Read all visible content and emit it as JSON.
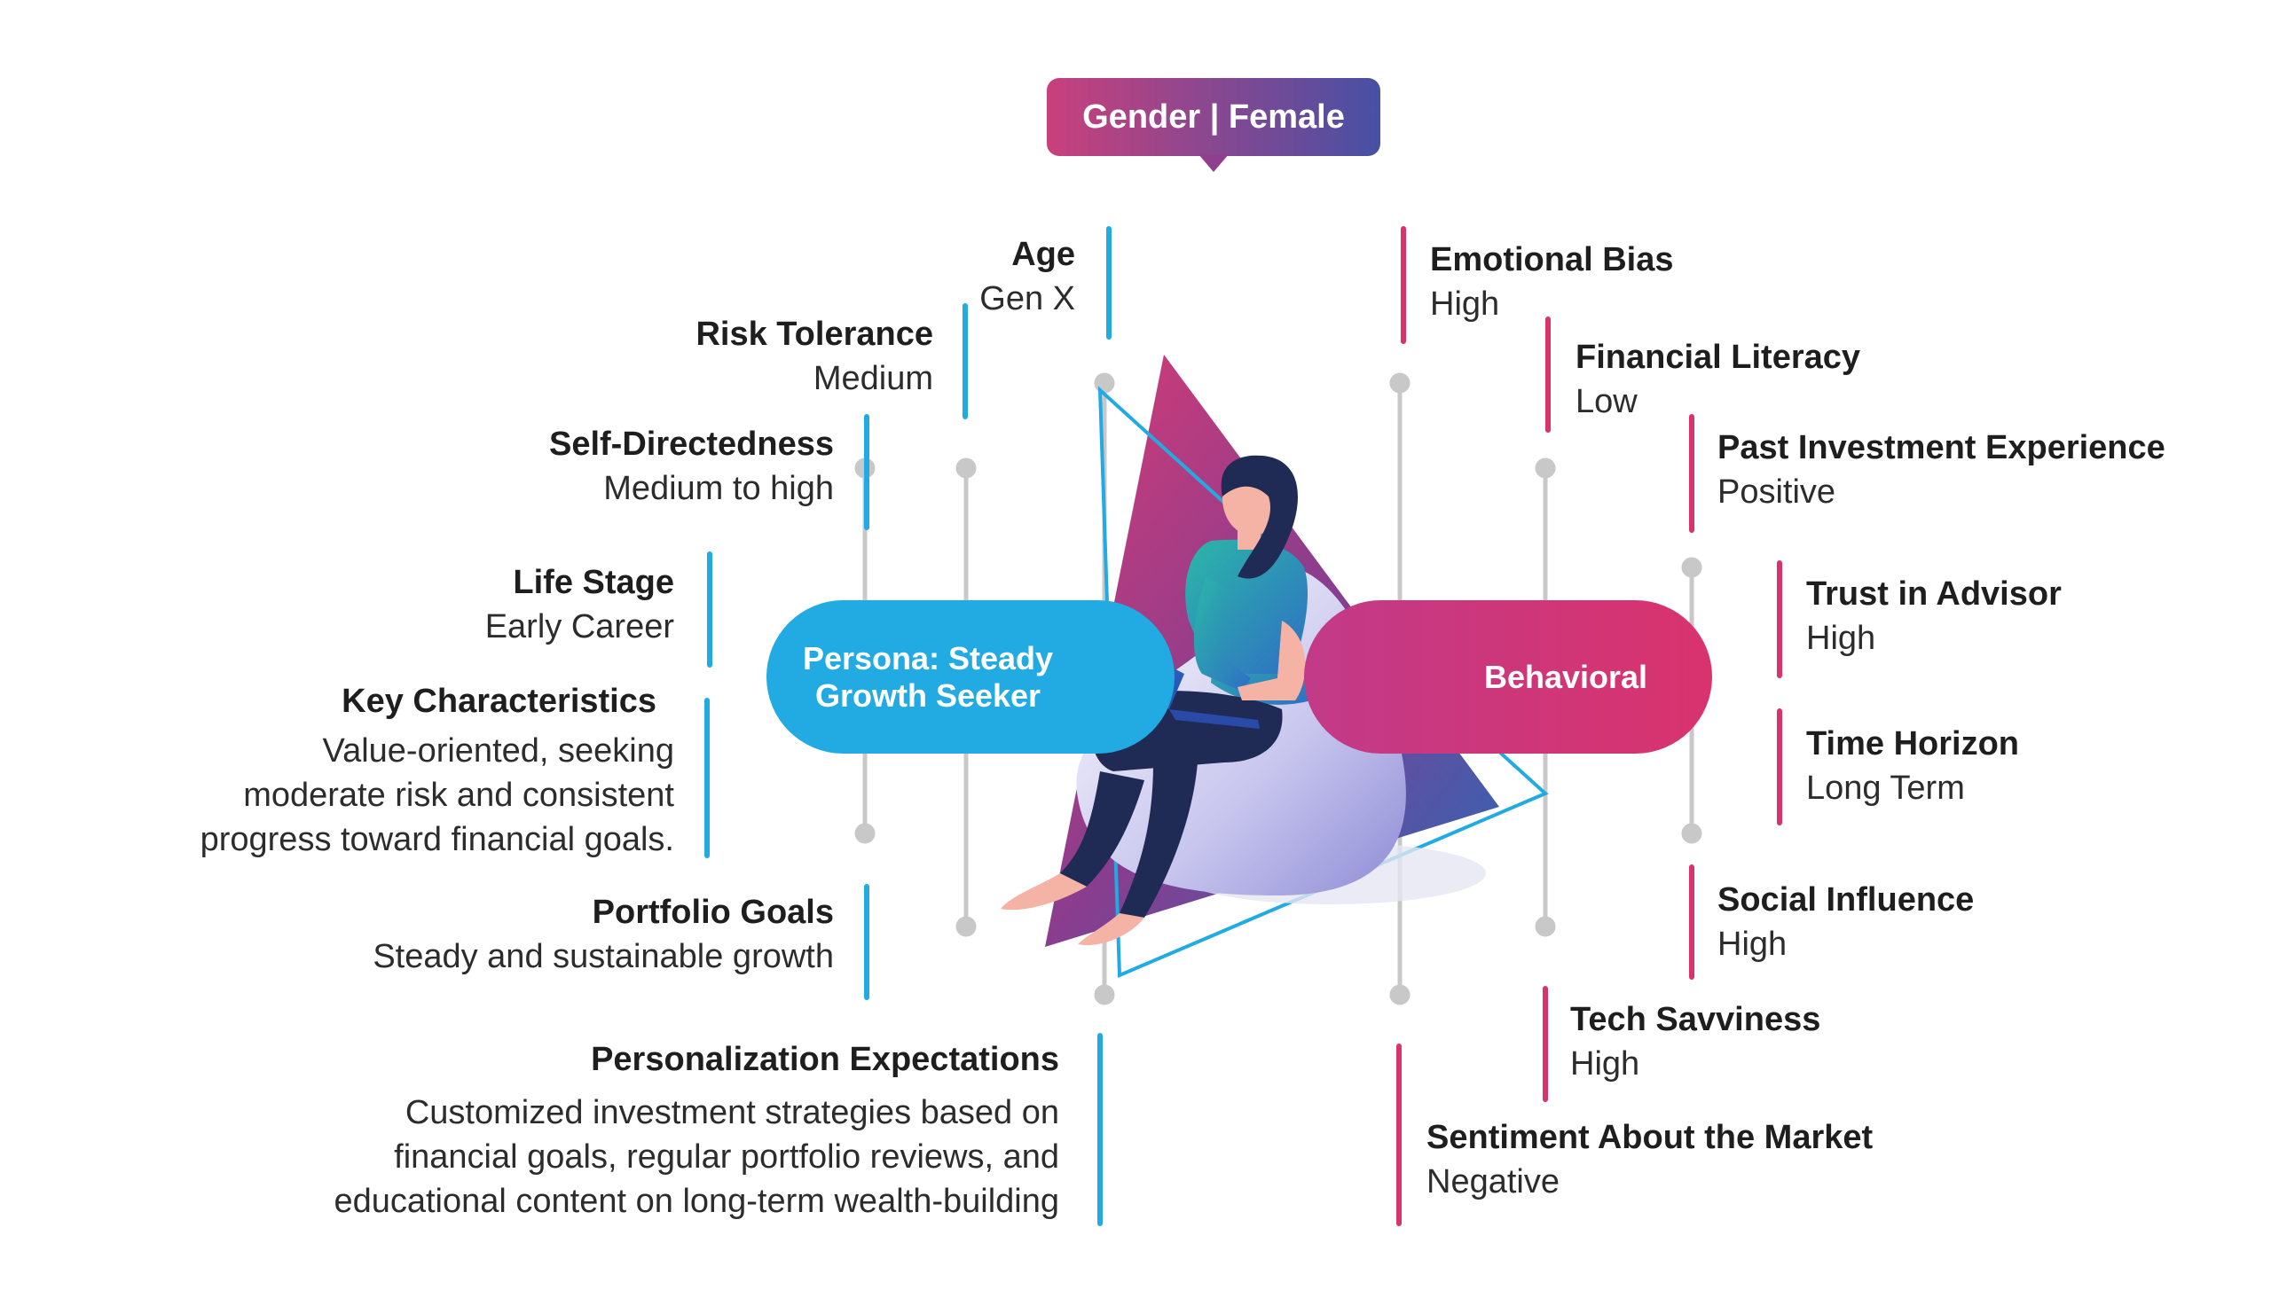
{
  "gender_tag": "Gender | Female",
  "center": {
    "persona_label": "Persona: Steady Growth Seeker",
    "behavioral_label": "Behavioral"
  },
  "colors": {
    "persona_blue": "#22aae2",
    "behavioral_pink": "#d9336d",
    "connector_gray": "#c8c8c8",
    "tag_gradient_start": "#c9407c",
    "tag_gradient_end": "#4750a4"
  },
  "persona_attributes": [
    {
      "title": "Age",
      "value": "Gen X"
    },
    {
      "title": "Risk Tolerance",
      "value": "Medium"
    },
    {
      "title": "Self-Directedness",
      "value": "Medium to high"
    },
    {
      "title": "Life Stage",
      "value": "Early Career"
    },
    {
      "title": "Key Characteristics",
      "value": "Value-oriented, seeking moderate risk and consistent progress toward financial goals."
    },
    {
      "title": "Portfolio Goals",
      "value": "Steady and sustainable growth"
    },
    {
      "title": "Personalization Expectations",
      "value": "Customized investment strategies based on financial goals, regular portfolio reviews, and educational content on long-term wealth-building"
    }
  ],
  "behavioral_attributes": [
    {
      "title": "Emotional Bias",
      "value": "High"
    },
    {
      "title": "Financial Literacy",
      "value": "Low"
    },
    {
      "title": "Past Investment Experience",
      "value": "Positive"
    },
    {
      "title": "Trust in Advisor",
      "value": "High"
    },
    {
      "title": "Time Horizon",
      "value": "Long Term"
    },
    {
      "title": "Social Influence",
      "value": "High"
    },
    {
      "title": "Tech Savviness",
      "value": "High"
    },
    {
      "title": "Sentiment About the Market",
      "value": "Negative"
    }
  ],
  "illustration": {
    "subject": "woman-with-laptop-on-beanbag"
  }
}
